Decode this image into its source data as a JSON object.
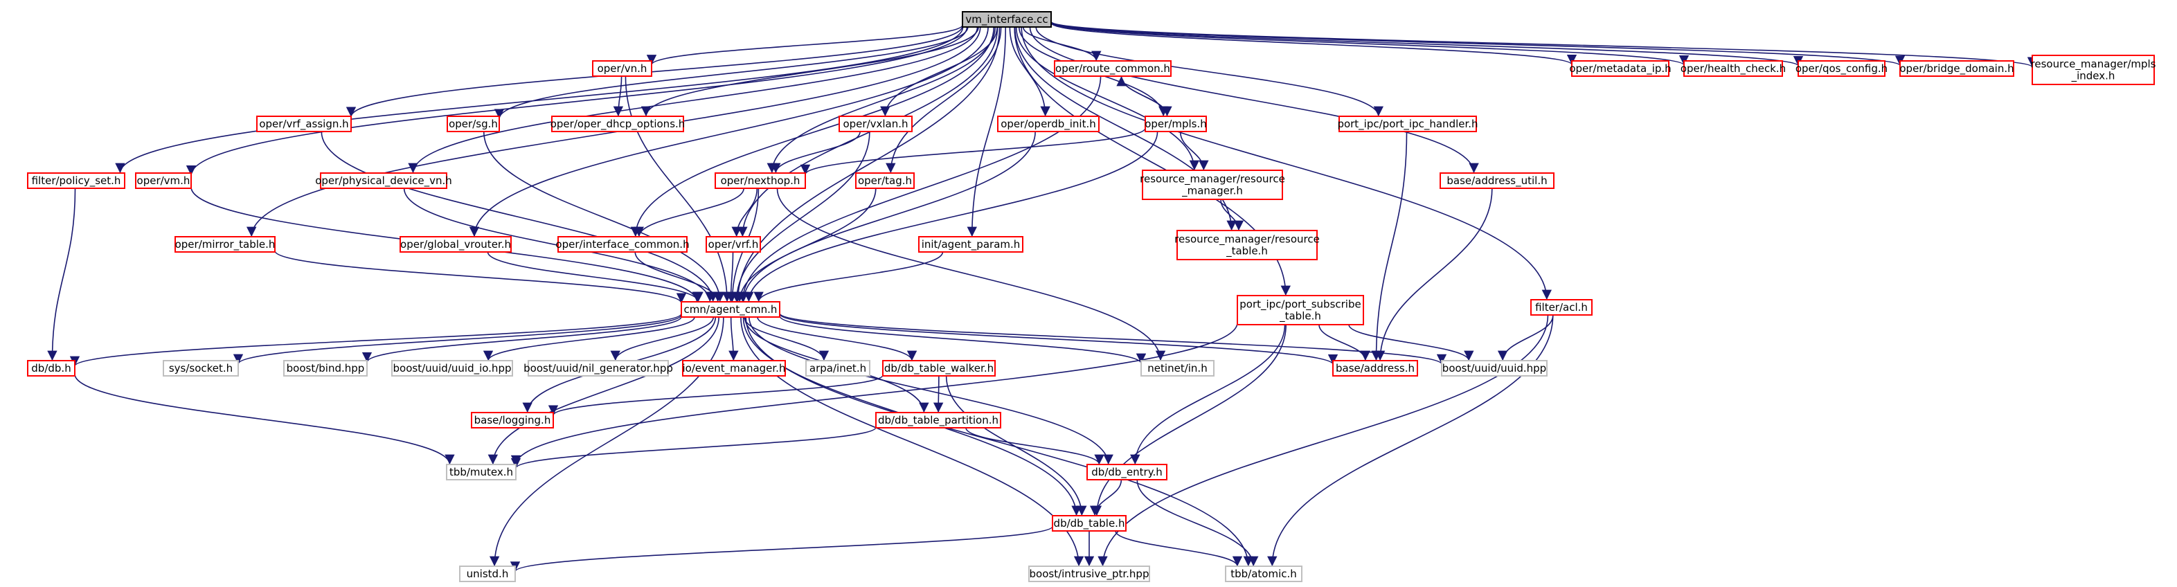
{
  "diagram": {
    "nodes": [
      {
        "id": "root",
        "label": [
          "vm_interface.cc"
        ],
        "style": "root"
      },
      {
        "id": "oper_vn",
        "label": [
          "oper/vn.h"
        ],
        "style": "red"
      },
      {
        "id": "oper_route_common",
        "label": [
          "oper/route_common.h"
        ],
        "style": "red"
      },
      {
        "id": "oper_metadata_ip",
        "label": [
          "oper/metadata_ip.h"
        ],
        "style": "red"
      },
      {
        "id": "oper_health_check",
        "label": [
          "oper/health_check.h"
        ],
        "style": "red"
      },
      {
        "id": "oper_qos_config",
        "label": [
          "oper/qos_config.h"
        ],
        "style": "red"
      },
      {
        "id": "oper_bridge_domain",
        "label": [
          "oper/bridge_domain.h"
        ],
        "style": "red"
      },
      {
        "id": "rm_mpls_index",
        "label": [
          "resource_manager/mpls",
          "_index.h"
        ],
        "style": "red"
      },
      {
        "id": "oper_vrf_assign",
        "label": [
          "oper/vrf_assign.h"
        ],
        "style": "red"
      },
      {
        "id": "oper_sg",
        "label": [
          "oper/sg.h"
        ],
        "style": "red"
      },
      {
        "id": "oper_dhcp_options",
        "label": [
          "oper/oper_dhcp_options.h"
        ],
        "style": "red"
      },
      {
        "id": "oper_vxlan",
        "label": [
          "oper/vxlan.h"
        ],
        "style": "red"
      },
      {
        "id": "oper_operdb_init",
        "label": [
          "oper/operdb_init.h"
        ],
        "style": "red"
      },
      {
        "id": "oper_mpls",
        "label": [
          "oper/mpls.h"
        ],
        "style": "red"
      },
      {
        "id": "port_ipc_handler",
        "label": [
          "port_ipc/port_ipc_handler.h"
        ],
        "style": "red"
      },
      {
        "id": "filter_policy_set",
        "label": [
          "filter/policy_set.h"
        ],
        "style": "red"
      },
      {
        "id": "oper_vm",
        "label": [
          "oper/vm.h"
        ],
        "style": "red"
      },
      {
        "id": "oper_physical_device_vn",
        "label": [
          "oper/physical_device_vn.h"
        ],
        "style": "red"
      },
      {
        "id": "oper_nexthop",
        "label": [
          "oper/nexthop.h"
        ],
        "style": "red"
      },
      {
        "id": "oper_tag",
        "label": [
          "oper/tag.h"
        ],
        "style": "red"
      },
      {
        "id": "rm_resource_manager",
        "label": [
          "resource_manager/resource",
          "_manager.h"
        ],
        "style": "red"
      },
      {
        "id": "base_address_util",
        "label": [
          "base/address_util.h"
        ],
        "style": "red"
      },
      {
        "id": "rm_resource_table",
        "label": [
          "resource_manager/resource",
          "_table.h"
        ],
        "style": "red"
      },
      {
        "id": "oper_mirror_table",
        "label": [
          "oper/mirror_table.h"
        ],
        "style": "red"
      },
      {
        "id": "oper_global_vrouter",
        "label": [
          "oper/global_vrouter.h"
        ],
        "style": "red"
      },
      {
        "id": "oper_interface_common",
        "label": [
          "oper/interface_common.h"
        ],
        "style": "red"
      },
      {
        "id": "oper_vrf",
        "label": [
          "oper/vrf.h"
        ],
        "style": "red"
      },
      {
        "id": "init_agent_param",
        "label": [
          "init/agent_param.h"
        ],
        "style": "red"
      },
      {
        "id": "port_subscribe_table",
        "label": [
          "port_ipc/port_subscribe",
          "_table.h"
        ],
        "style": "red"
      },
      {
        "id": "filter_acl",
        "label": [
          "filter/acl.h"
        ],
        "style": "red"
      },
      {
        "id": "cmn_agent_cmn",
        "label": [
          "cmn/agent_cmn.h"
        ],
        "style": "red"
      },
      {
        "id": "db_db",
        "label": [
          "db/db.h"
        ],
        "style": "red"
      },
      {
        "id": "sys_socket",
        "label": [
          "sys/socket.h"
        ],
        "style": "gray"
      },
      {
        "id": "boost_bind",
        "label": [
          "boost/bind.hpp"
        ],
        "style": "gray"
      },
      {
        "id": "boost_uuid_io",
        "label": [
          "boost/uuid/uuid_io.hpp"
        ],
        "style": "gray"
      },
      {
        "id": "boost_nil_gen",
        "label": [
          "boost/uuid/nil_generator.hpp"
        ],
        "style": "gray"
      },
      {
        "id": "io_event_manager",
        "label": [
          "io/event_manager.h"
        ],
        "style": "red"
      },
      {
        "id": "arpa_inet",
        "label": [
          "arpa/inet.h"
        ],
        "style": "gray"
      },
      {
        "id": "db_table_walker",
        "label": [
          "db/db_table_walker.h"
        ],
        "style": "red"
      },
      {
        "id": "netinet_in",
        "label": [
          "netinet/in.h"
        ],
        "style": "gray"
      },
      {
        "id": "base_address",
        "label": [
          "base/address.h"
        ],
        "style": "red"
      },
      {
        "id": "boost_uuid",
        "label": [
          "boost/uuid/uuid.hpp"
        ],
        "style": "gray"
      },
      {
        "id": "base_logging",
        "label": [
          "base/logging.h"
        ],
        "style": "red"
      },
      {
        "id": "db_table_partition",
        "label": [
          "db/db_table_partition.h"
        ],
        "style": "red"
      },
      {
        "id": "tbb_mutex",
        "label": [
          "tbb/mutex.h"
        ],
        "style": "gray"
      },
      {
        "id": "db_entry",
        "label": [
          "db/db_entry.h"
        ],
        "style": "red"
      },
      {
        "id": "db_table",
        "label": [
          "db/db_table.h"
        ],
        "style": "red"
      },
      {
        "id": "unistd",
        "label": [
          "unistd.h"
        ],
        "style": "gray"
      },
      {
        "id": "boost_intrusive_ptr",
        "label": [
          "boost/intrusive_ptr.hpp"
        ],
        "style": "gray"
      },
      {
        "id": "tbb_atomic",
        "label": [
          "tbb/atomic.h"
        ],
        "style": "gray"
      }
    ],
    "edges": [
      [
        "root",
        "oper_vn"
      ],
      [
        "root",
        "oper_route_common"
      ],
      [
        "root",
        "oper_metadata_ip"
      ],
      [
        "root",
        "oper_health_check"
      ],
      [
        "root",
        "oper_qos_config"
      ],
      [
        "root",
        "oper_bridge_domain"
      ],
      [
        "root",
        "rm_mpls_index"
      ],
      [
        "root",
        "oper_vrf_assign"
      ],
      [
        "root",
        "oper_sg"
      ],
      [
        "root",
        "oper_dhcp_options"
      ],
      [
        "root",
        "oper_vxlan"
      ],
      [
        "root",
        "oper_operdb_init"
      ],
      [
        "root",
        "oper_mpls"
      ],
      [
        "root",
        "port_ipc_handler"
      ],
      [
        "root",
        "filter_policy_set"
      ],
      [
        "root",
        "oper_vm"
      ],
      [
        "root",
        "oper_physical_device_vn"
      ],
      [
        "root",
        "oper_nexthop"
      ],
      [
        "root",
        "oper_tag"
      ],
      [
        "root",
        "rm_resource_manager"
      ],
      [
        "root",
        "base_address_util"
      ],
      [
        "root",
        "rm_resource_table"
      ],
      [
        "root",
        "oper_mirror_table"
      ],
      [
        "root",
        "oper_global_vrouter"
      ],
      [
        "root",
        "oper_interface_common"
      ],
      [
        "root",
        "oper_vrf"
      ],
      [
        "root",
        "init_agent_param"
      ],
      [
        "root",
        "port_subscribe_table"
      ],
      [
        "root",
        "filter_acl"
      ],
      [
        "root",
        "cmn_agent_cmn"
      ],
      [
        "oper_vn",
        "oper_dhcp_options"
      ],
      [
        "oper_vn",
        "cmn_agent_cmn"
      ],
      [
        "oper_route_common",
        "oper_mpls"
      ],
      [
        "oper_route_common",
        "cmn_agent_cmn"
      ],
      [
        "oper_mpls",
        "oper_route_common"
      ],
      [
        "oper_mpls",
        "oper_nexthop"
      ],
      [
        "oper_mpls",
        "rm_resource_manager"
      ],
      [
        "oper_mpls",
        "cmn_agent_cmn"
      ],
      [
        "rm_resource_manager",
        "rm_resource_table"
      ],
      [
        "oper_vrf_assign",
        "cmn_agent_cmn"
      ],
      [
        "oper_sg",
        "cmn_agent_cmn"
      ],
      [
        "oper_vxlan",
        "oper_nexthop"
      ],
      [
        "oper_vxlan",
        "cmn_agent_cmn"
      ],
      [
        "oper_operdb_init",
        "cmn_agent_cmn"
      ],
      [
        "port_ipc_handler",
        "base_address"
      ],
      [
        "filter_policy_set",
        "db_db"
      ],
      [
        "oper_vm",
        "cmn_agent_cmn"
      ],
      [
        "oper_physical_device_vn",
        "cmn_agent_cmn"
      ],
      [
        "oper_nexthop",
        "oper_interface_common"
      ],
      [
        "oper_nexthop",
        "oper_vrf"
      ],
      [
        "oper_nexthop",
        "cmn_agent_cmn"
      ],
      [
        "oper_nexthop",
        "netinet_in"
      ],
      [
        "oper_tag",
        "cmn_agent_cmn"
      ],
      [
        "base_address_util",
        "base_address"
      ],
      [
        "oper_mirror_table",
        "cmn_agent_cmn"
      ],
      [
        "oper_global_vrouter",
        "cmn_agent_cmn"
      ],
      [
        "oper_interface_common",
        "cmn_agent_cmn"
      ],
      [
        "oper_vrf",
        "cmn_agent_cmn"
      ],
      [
        "init_agent_param",
        "cmn_agent_cmn"
      ],
      [
        "port_subscribe_table",
        "base_address"
      ],
      [
        "port_subscribe_table",
        "boost_uuid"
      ],
      [
        "port_subscribe_table",
        "tbb_mutex"
      ],
      [
        "port_subscribe_table",
        "db_entry"
      ],
      [
        "port_subscribe_table",
        "db_table"
      ],
      [
        "filter_acl",
        "boost_uuid"
      ],
      [
        "filter_acl",
        "boost_intrusive_ptr"
      ],
      [
        "filter_acl",
        "tbb_atomic"
      ],
      [
        "cmn_agent_cmn",
        "db_db"
      ],
      [
        "cmn_agent_cmn",
        "sys_socket"
      ],
      [
        "cmn_agent_cmn",
        "boost_bind"
      ],
      [
        "cmn_agent_cmn",
        "boost_uuid_io"
      ],
      [
        "cmn_agent_cmn",
        "boost_nil_gen"
      ],
      [
        "cmn_agent_cmn",
        "io_event_manager"
      ],
      [
        "cmn_agent_cmn",
        "arpa_inet"
      ],
      [
        "cmn_agent_cmn",
        "db_table_walker"
      ],
      [
        "cmn_agent_cmn",
        "netinet_in"
      ],
      [
        "cmn_agent_cmn",
        "base_address"
      ],
      [
        "cmn_agent_cmn",
        "boost_uuid"
      ],
      [
        "cmn_agent_cmn",
        "base_logging"
      ],
      [
        "cmn_agent_cmn",
        "db_table_partition"
      ],
      [
        "cmn_agent_cmn",
        "tbb_mutex"
      ],
      [
        "cmn_agent_cmn",
        "db_entry"
      ],
      [
        "cmn_agent_cmn",
        "db_table"
      ],
      [
        "cmn_agent_cmn",
        "unistd"
      ],
      [
        "cmn_agent_cmn",
        "boost_intrusive_ptr"
      ],
      [
        "cmn_agent_cmn",
        "tbb_atomic"
      ],
      [
        "db_db",
        "tbb_mutex"
      ],
      [
        "db_table_walker",
        "base_logging"
      ],
      [
        "db_table_walker",
        "db_table_partition"
      ],
      [
        "db_table_walker",
        "db_table"
      ],
      [
        "db_table_partition",
        "tbb_mutex"
      ],
      [
        "db_table_partition",
        "db_entry"
      ],
      [
        "db_entry",
        "db_table"
      ],
      [
        "db_entry",
        "tbb_atomic"
      ],
      [
        "db_table",
        "unistd"
      ],
      [
        "db_table",
        "boost_intrusive_ptr"
      ],
      [
        "db_table",
        "tbb_atomic"
      ]
    ]
  }
}
